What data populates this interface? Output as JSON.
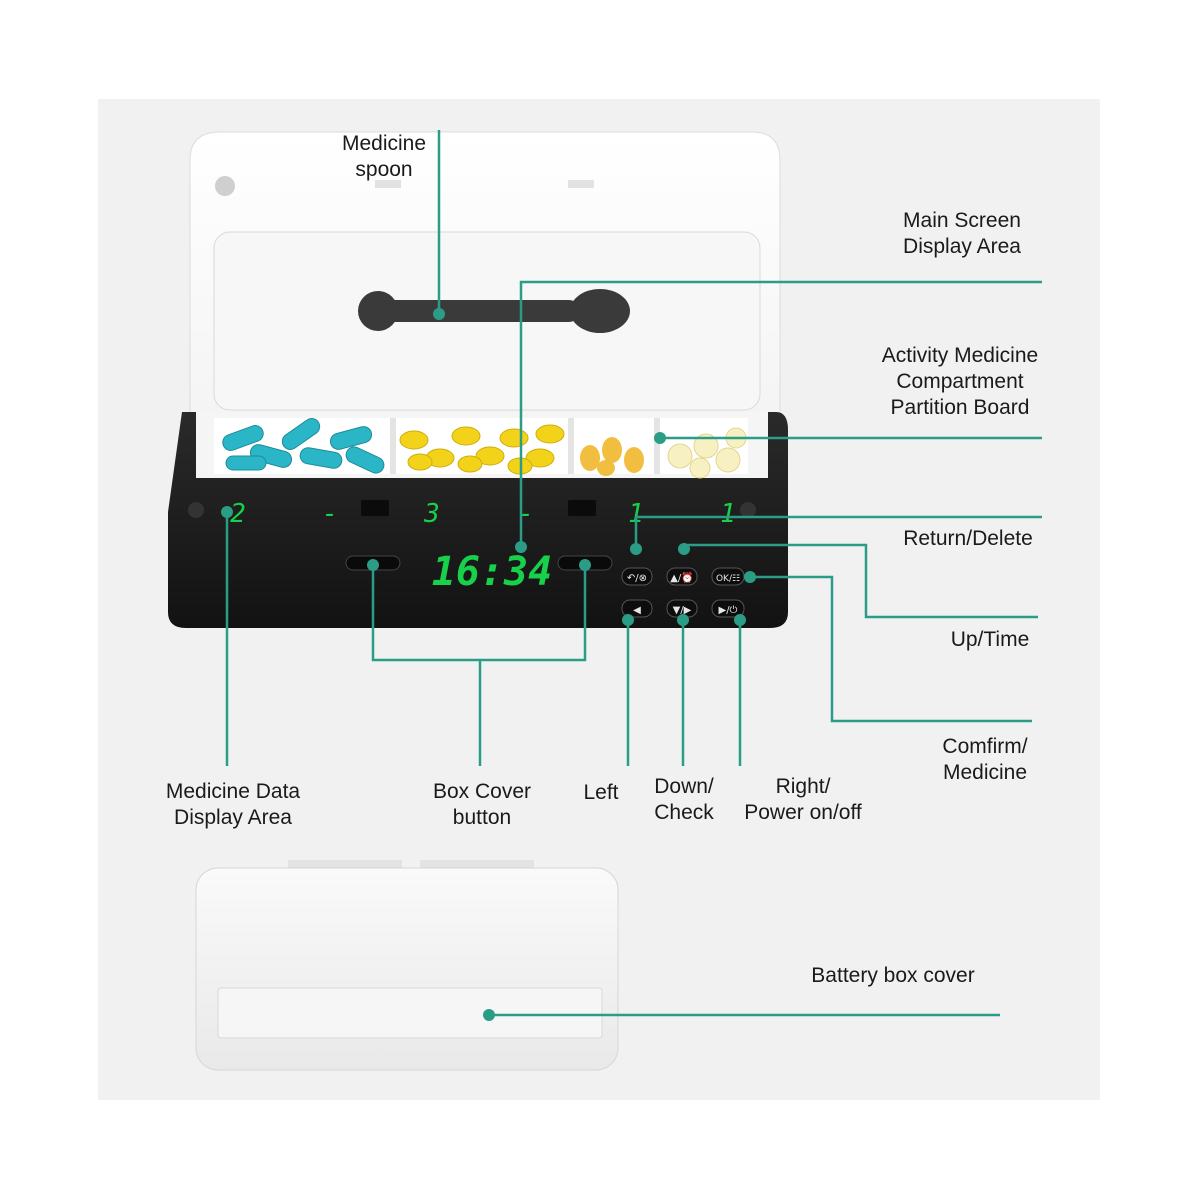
{
  "labels": {
    "medicine_spoon": [
      "Medicine",
      "spoon"
    ],
    "main_screen": [
      "Main Screen",
      "Display Area"
    ],
    "activity_compartment": [
      "Activity Medicine",
      "Compartment",
      "Partition Board"
    ],
    "return_delete": [
      "Return/Delete"
    ],
    "up_time": [
      "Up/Time"
    ],
    "confirm_medicine": [
      "Comfirm/",
      "Medicine"
    ],
    "medicine_data": [
      "Medicine Data",
      "Display Area"
    ],
    "box_cover_button": [
      "Box Cover",
      "button"
    ],
    "left": [
      "Left"
    ],
    "down_check": [
      "Down/",
      "Check"
    ],
    "right_power": [
      "Right/",
      "Power on/off"
    ],
    "battery_cover": [
      "Battery box cover"
    ]
  },
  "device": {
    "clock": "16:34",
    "compartment_digits": [
      "2",
      "-",
      "3",
      "-",
      "1",
      "1"
    ],
    "buttons": {
      "return": "↶/⊗",
      "up": "▲/⏰",
      "ok": "OK/☷",
      "left": "◀",
      "down": "▼/▶",
      "right": "▶/⏻"
    }
  },
  "colors": {
    "leader": "#2b9d86",
    "digit": "#18d04a",
    "body": "#1c1c1c",
    "lid": "#ffffff"
  }
}
